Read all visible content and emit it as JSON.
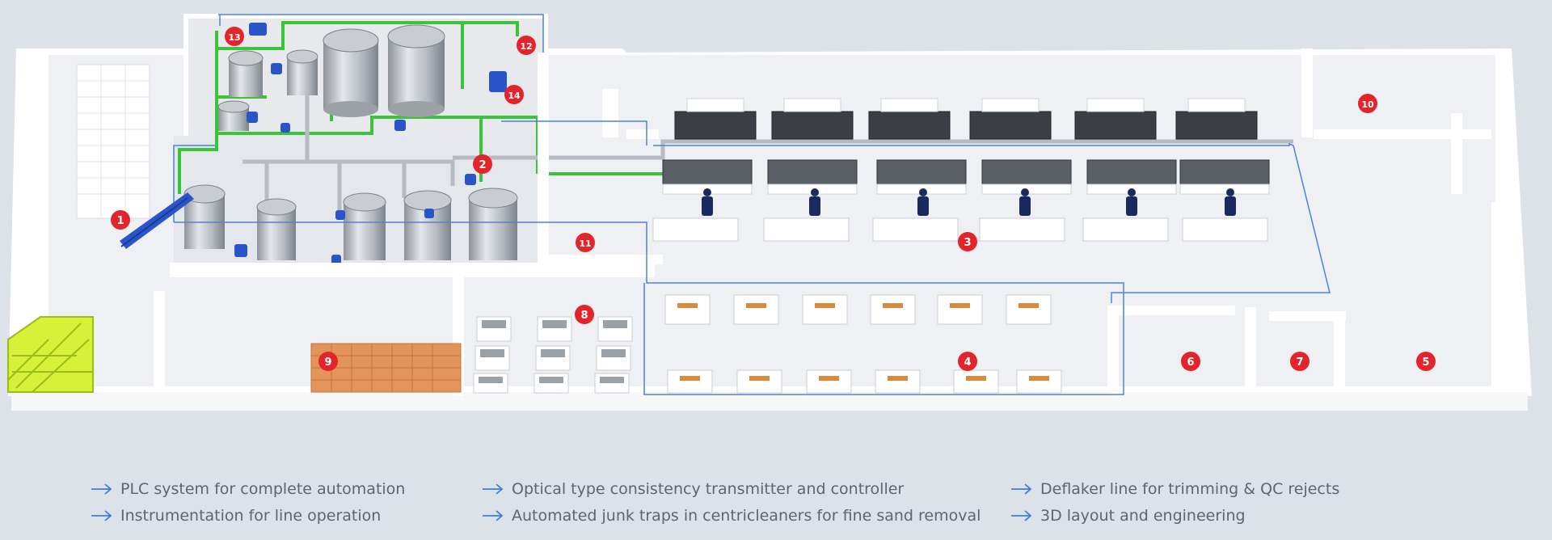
{
  "colors": {
    "background": "#dde2e9",
    "floor": "#eef0f4",
    "wall": "#ffffff",
    "marker": "#e3242b",
    "green_pipe": "#3ac43a",
    "blue_outline": "#4a84d8",
    "arrow": "#3f7fd8",
    "feature_text": "#5e6470"
  },
  "markers": [
    {
      "label": "1"
    },
    {
      "label": "2"
    },
    {
      "label": "3"
    },
    {
      "label": "4"
    },
    {
      "label": "5"
    },
    {
      "label": "6"
    },
    {
      "label": "7"
    },
    {
      "label": "8"
    },
    {
      "label": "9"
    },
    {
      "label": "10"
    },
    {
      "label": "11"
    },
    {
      "label": "12"
    },
    {
      "label": "13"
    },
    {
      "label": "14"
    }
  ],
  "features": [
    {
      "text": "PLC system for complete automation",
      "icon": "arrow-right-icon"
    },
    {
      "text": "Instrumentation for line operation",
      "icon": "arrow-right-icon"
    },
    {
      "text": "Optical type consistency transmitter and controller",
      "icon": "arrow-right-icon"
    },
    {
      "text": "Automated junk traps in centricleaners for fine sand removal",
      "icon": "arrow-right-icon"
    },
    {
      "text": "Deflaker line for trimming & QC rejects",
      "icon": "arrow-right-icon"
    },
    {
      "text": "3D layout and engineering",
      "icon": "arrow-right-icon"
    }
  ]
}
